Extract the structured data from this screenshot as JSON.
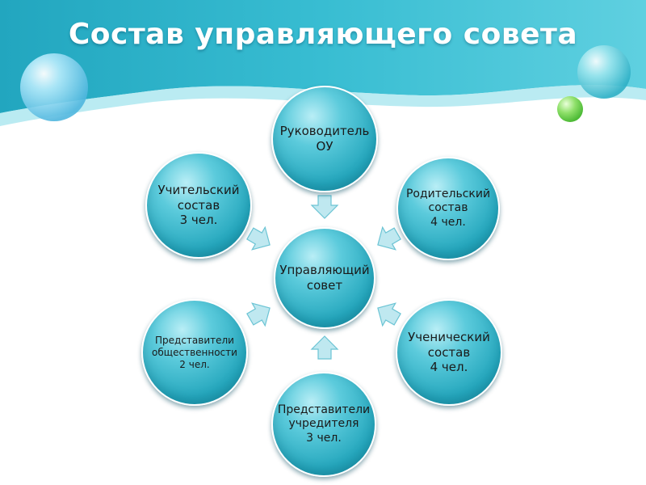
{
  "title": "Состав управляющего совета",
  "colors": {
    "circle_fill": "#2aaabf",
    "circle_border": "#ffffff",
    "header_wave": "#2ab3c9",
    "arrow_fill": "#bfe8f0",
    "arrow_stroke": "#6cc4d4",
    "title_text": "#ffffff",
    "node_text": "#1a1a1a",
    "accent_ball": "#7ed957"
  },
  "center": {
    "label": "Управляющий\nсовет"
  },
  "members": [
    {
      "position": "top",
      "label": "Руководитель\nОУ"
    },
    {
      "position": "top-right",
      "label": "Родительский\nсостав\n4 чел."
    },
    {
      "position": "bottom-right",
      "label": "Ученический\nсостав\n4 чел."
    },
    {
      "position": "bottom",
      "label": "Представители\nучредителя\n3 чел."
    },
    {
      "position": "bottom-left",
      "label": "Представители\nобщественности\n2 чел."
    },
    {
      "position": "top-left",
      "label": "Учительский\nсостав\n3 чел."
    }
  ]
}
